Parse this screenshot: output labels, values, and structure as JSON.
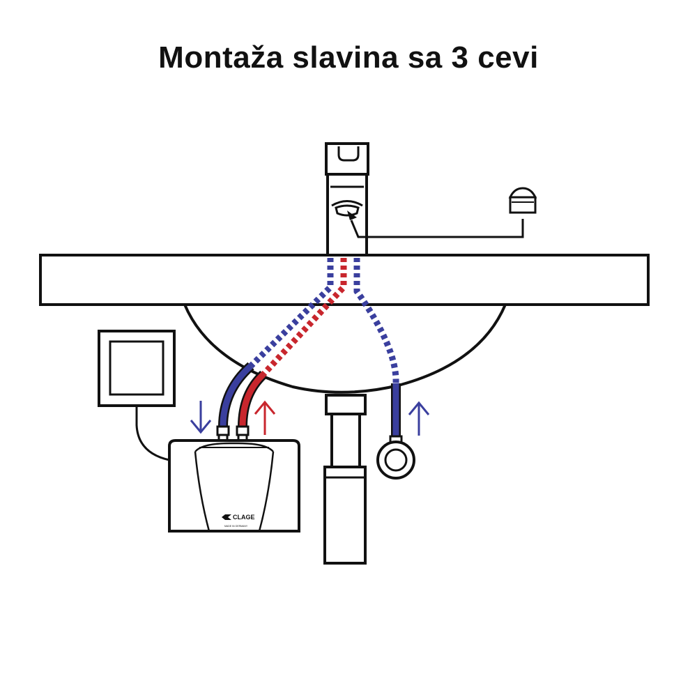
{
  "title": "Montaža slavina sa 3 cevi",
  "heater": {
    "brand": "CLAGE",
    "fine_print": "MADE IN GERMANY"
  },
  "colors": {
    "cold": "#3a3f9e",
    "hot": "#c8262d",
    "line": "#111111",
    "background": "#ffffff"
  },
  "icons": [
    "down-arrow-icon",
    "up-arrow-icon"
  ]
}
